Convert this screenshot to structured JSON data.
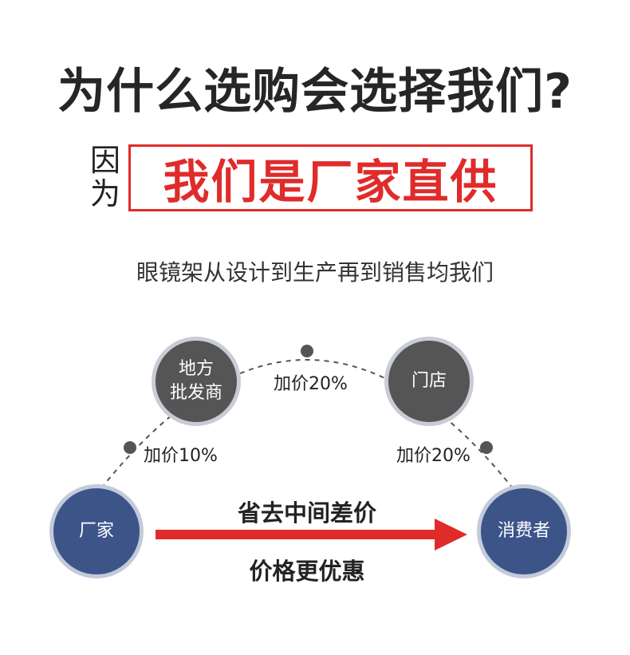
{
  "title": "为什么选购会选择我们?",
  "because": [
    "因",
    "为"
  ],
  "slogan": "我们是厂家直供",
  "subtitle": "眼镜架从设计到生产再到销售均我们",
  "nodes": {
    "factory": "厂家",
    "wholesaler": [
      "地方",
      "批发商"
    ],
    "store": "门店",
    "consumer": "消费者"
  },
  "markups": {
    "wholesale": "加价10%",
    "retail": "加价20%",
    "consumer": "加价20%"
  },
  "direct": {
    "top": "省去中间差价",
    "bottom": "价格更优惠"
  },
  "colors": {
    "accent_red": "#e02b2b",
    "node_gray": "#555555",
    "node_blue": "#3d5489"
  }
}
